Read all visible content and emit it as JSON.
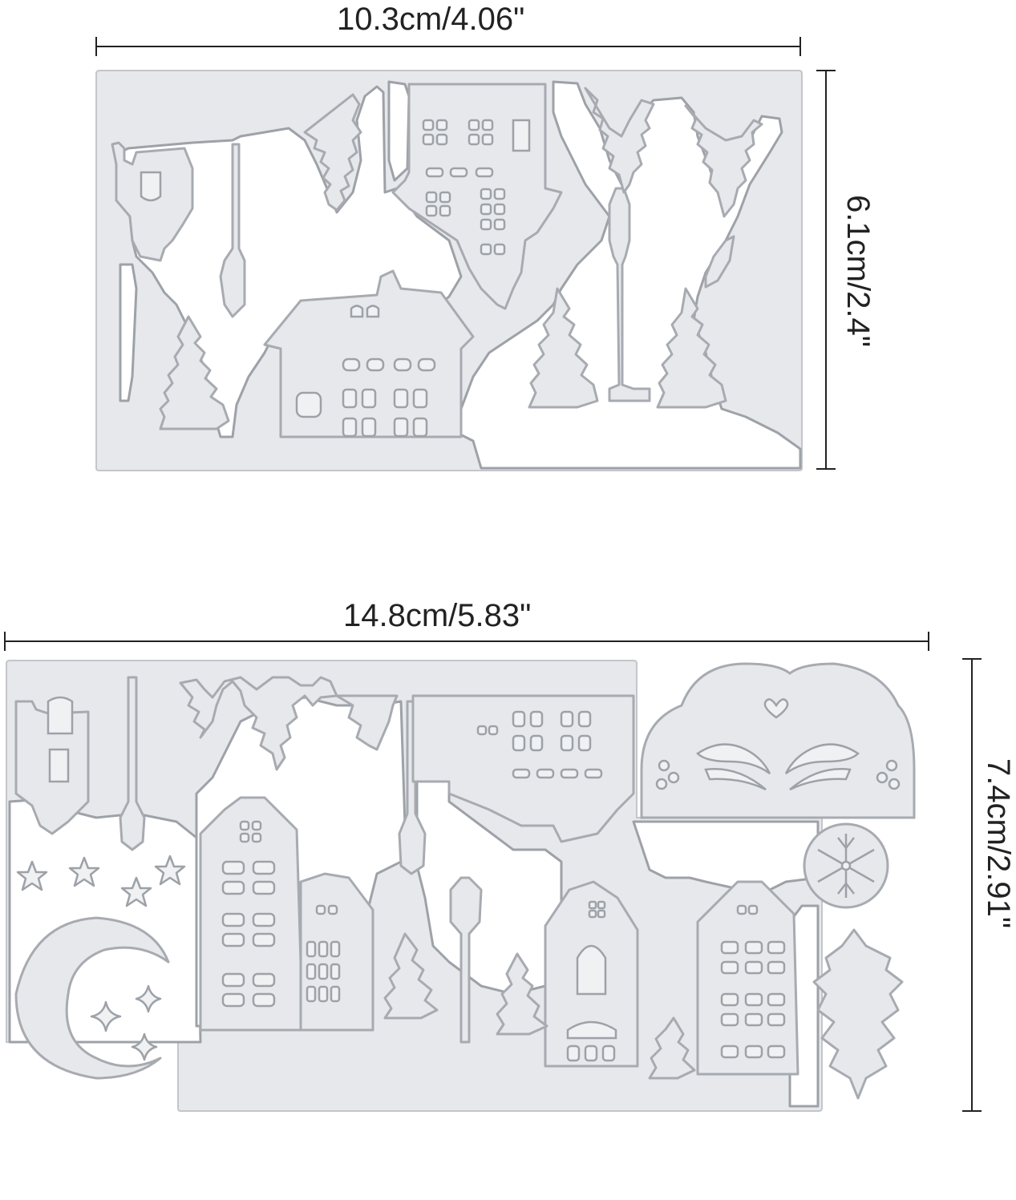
{
  "colors": {
    "die_fill": "#e4e6e9",
    "die_stroke": "#b4b8bd",
    "cut_line": "#9da2a8",
    "dimension_line": "#222222",
    "label_text": "#222222"
  },
  "die_small": {
    "width_label": "10.3cm/4.06\"",
    "height_label": "6.1cm/2.4\""
  },
  "die_large": {
    "width_label": "14.8cm/5.83\"",
    "height_label": "7.4cm/2.91\""
  }
}
